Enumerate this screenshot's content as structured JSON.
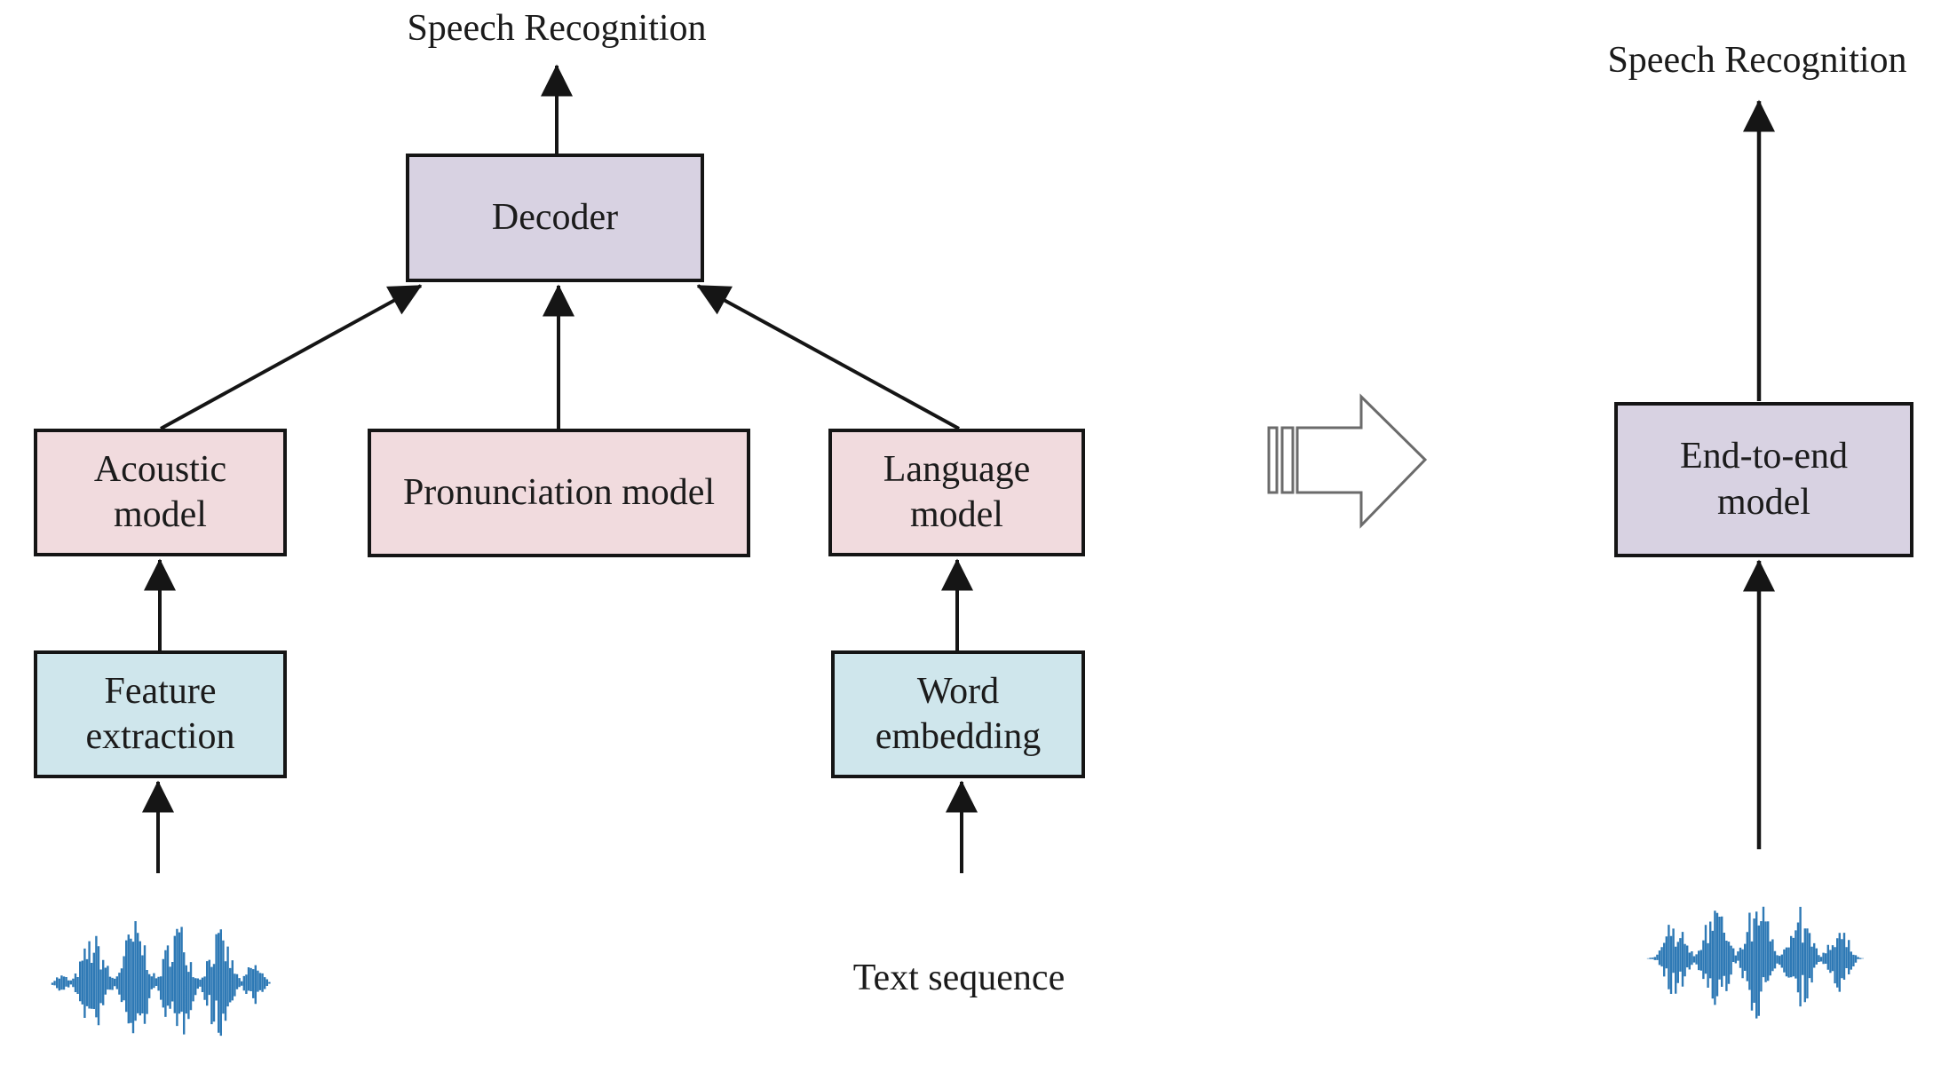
{
  "colors": {
    "lavender": "#d8d2e2",
    "pink": "#f1dbde",
    "blue": "#cfe6ec",
    "line": "#151515",
    "text": "#1b1b1b",
    "waveform": "#2e79b5",
    "transform_arrow_outline": "#6b6b6b"
  },
  "traditional_pipeline": {
    "output_label": "Speech Recognition",
    "decoder_label": "Decoder",
    "acoustic_model_label": "Acoustic model",
    "pronunciation_model_label": "Pronunciation model",
    "language_model_label": "Language model",
    "feature_extraction_label": "Feature extraction",
    "word_embedding_label": "Word embedding",
    "text_input_label": "Text sequence"
  },
  "end_to_end_pipeline": {
    "output_label": "Speech Recognition",
    "model_label": "End-to-end model"
  },
  "icons": {
    "audio_waveform_left": "audio-waveform-icon",
    "audio_waveform_right": "audio-waveform-icon",
    "transform_arrow": "transform-right-arrow-icon"
  }
}
